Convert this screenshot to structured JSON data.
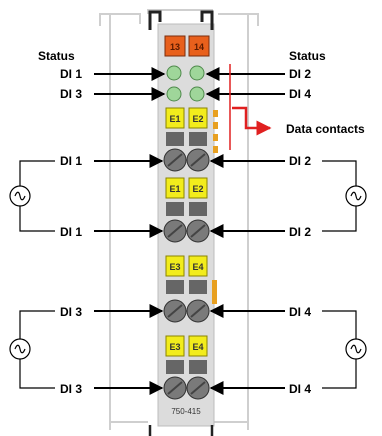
{
  "top_terminals": [
    "13",
    "14"
  ],
  "labels": {
    "status_left": "Status",
    "status_right": "Status",
    "led_left": [
      "DI 1",
      "DI 3"
    ],
    "led_right": [
      "DI 2",
      "DI 4"
    ],
    "data_contacts": "Data contacts",
    "inputs_left": [
      "DI 1",
      "DI 1",
      "DI 3",
      "DI 3"
    ],
    "inputs_right": [
      "DI 2",
      "DI 2",
      "DI 4",
      "DI 4"
    ]
  },
  "terminal_tags": [
    [
      "E1",
      "E2"
    ],
    [
      "E1",
      "E2"
    ],
    [
      "E3",
      "E4"
    ],
    [
      "E3",
      "E4"
    ]
  ],
  "module_number": "750-415",
  "colors": {
    "tag_yellow": "#f2ec1c",
    "tag_orange": "#e8601c",
    "led_green": "#9fd69a",
    "data_contact_arrow": "#e02020",
    "housing": "#dedede"
  }
}
